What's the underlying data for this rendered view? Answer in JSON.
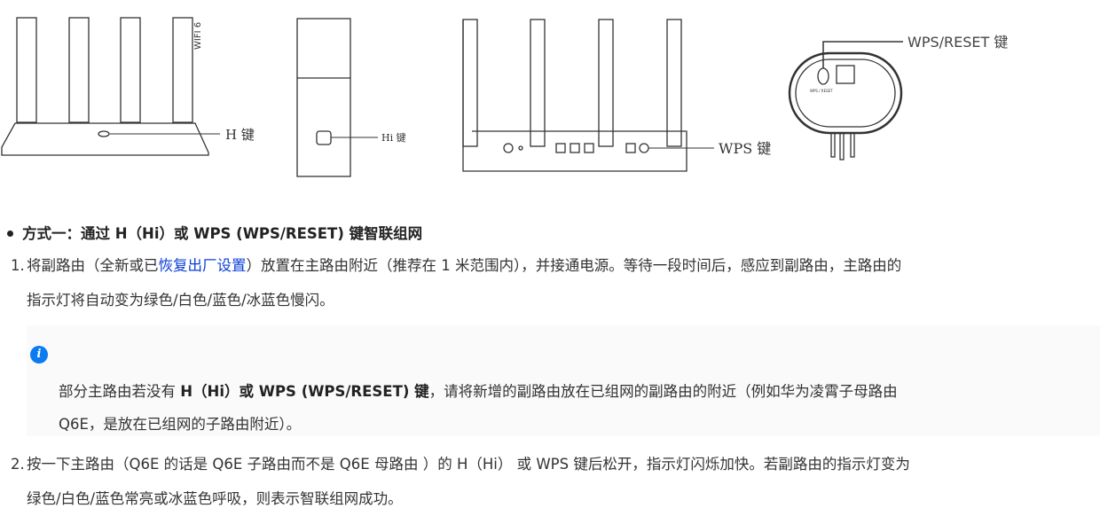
{
  "figures": {
    "router1_label": "H 键",
    "router1_wifi_badge": "WIFI 6",
    "router2_label": "Hi 键",
    "router3_label": "WPS 键",
    "router4_label": "WPS/RESET 键",
    "router4_button_text": "WPS / RESET"
  },
  "section": {
    "heading": "方式一：通过 H（Hi）或 WPS (WPS/RESET) 键智联组网"
  },
  "steps": [
    {
      "num": "1.",
      "pre": "将副路由（全新或已",
      "link": "恢复出厂设置",
      "post": "）放置在主路由附近（推荐在 1 米范围内），并接通电源。等待一段时间后，感应到副路由，主路由的",
      "line2": "指示灯将自动变为绿色/白色/蓝色/冰蓝色慢闪。"
    },
    {
      "num": "2.",
      "line1": "按一下主路由（Q6E 的话是 Q6E 子路由而不是 Q6E 母路由 ）的 H（Hi） 或 WPS 键后松开，指示灯闪烁加快。若副路由的指示灯变为",
      "line2": "绿色/白色/蓝色常亮或冰蓝色呼吸，则表示智联组网成功。"
    }
  ],
  "note": {
    "icon": "info-icon",
    "pre": "部分主路由若没有 ",
    "bold": "H（Hi）或 WPS (WPS/RESET) 键",
    "post": "，请将新增的副路由放在已组网的副路由的附近（例如华为凌霄子母路由",
    "line2": "Q6E，是放在已组网的子路由附近）。"
  },
  "colors": {
    "link": "#0a3fd8",
    "info": "#0b7cf0",
    "note_bg": "#fafafa"
  }
}
